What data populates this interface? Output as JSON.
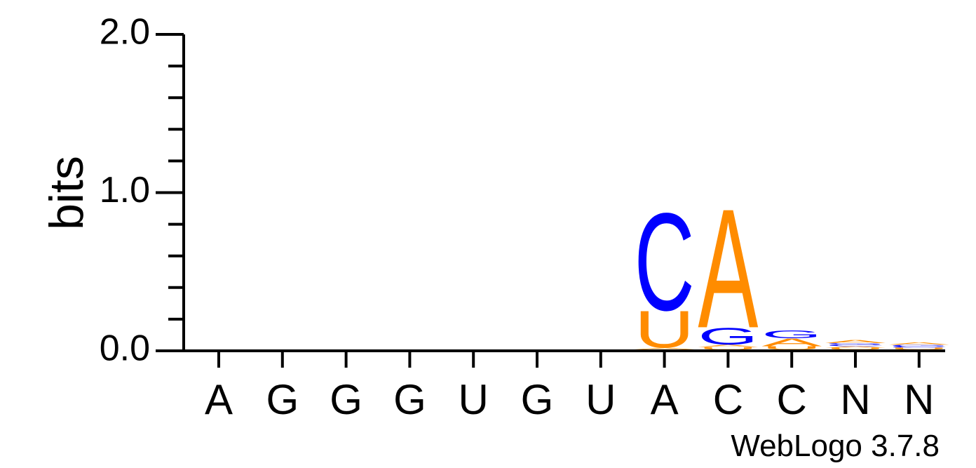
{
  "chart_data": {
    "type": "sequence-logo",
    "ylabel": "bits",
    "ylim": [
      0,
      2.0
    ],
    "yticks": [
      "0.0",
      "1.0",
      "2.0"
    ],
    "credit": "WebLogo 3.7.8",
    "colors": {
      "A": "#ff8c00",
      "U": "#ff8c00",
      "C": "#0000ff",
      "G": "#0000ff"
    },
    "categories": [
      "A",
      "G",
      "G",
      "G",
      "U",
      "G",
      "U",
      "A",
      "C",
      "C",
      "N",
      "N"
    ],
    "positions": [
      {
        "label": "A",
        "stack": []
      },
      {
        "label": "G",
        "stack": []
      },
      {
        "label": "G",
        "stack": []
      },
      {
        "label": "G",
        "stack": []
      },
      {
        "label": "U",
        "stack": []
      },
      {
        "label": "G",
        "stack": []
      },
      {
        "label": "U",
        "stack": []
      },
      {
        "label": "A",
        "stack": [
          {
            "letter": "A",
            "bits": 0.01
          },
          {
            "letter": "U",
            "bits": 0.24
          },
          {
            "letter": "C",
            "bits": 0.63
          }
        ]
      },
      {
        "label": "C",
        "stack": [
          {
            "letter": "U",
            "bits": 0.015
          },
          {
            "letter": "A",
            "bits": 0.015
          },
          {
            "letter": "G",
            "bits": 0.11
          },
          {
            "letter": "A",
            "bits": 0.77
          }
        ]
      },
      {
        "label": "C",
        "stack": [
          {
            "letter": "U",
            "bits": 0.02
          },
          {
            "letter": "A",
            "bits": 0.05
          },
          {
            "letter": "G",
            "bits": 0.05
          }
        ]
      },
      {
        "label": "N",
        "stack": [
          {
            "letter": "U",
            "bits": 0.01
          },
          {
            "letter": "A",
            "bits": 0.01
          },
          {
            "letter": "C",
            "bits": 0.01
          },
          {
            "letter": "G",
            "bits": 0.01
          },
          {
            "letter": "A",
            "bits": 0.02
          }
        ]
      },
      {
        "label": "N",
        "stack": [
          {
            "letter": "U",
            "bits": 0.01
          },
          {
            "letter": "C",
            "bits": 0.01
          },
          {
            "letter": "G",
            "bits": 0.01
          },
          {
            "letter": "A",
            "bits": 0.015
          }
        ]
      }
    ]
  }
}
